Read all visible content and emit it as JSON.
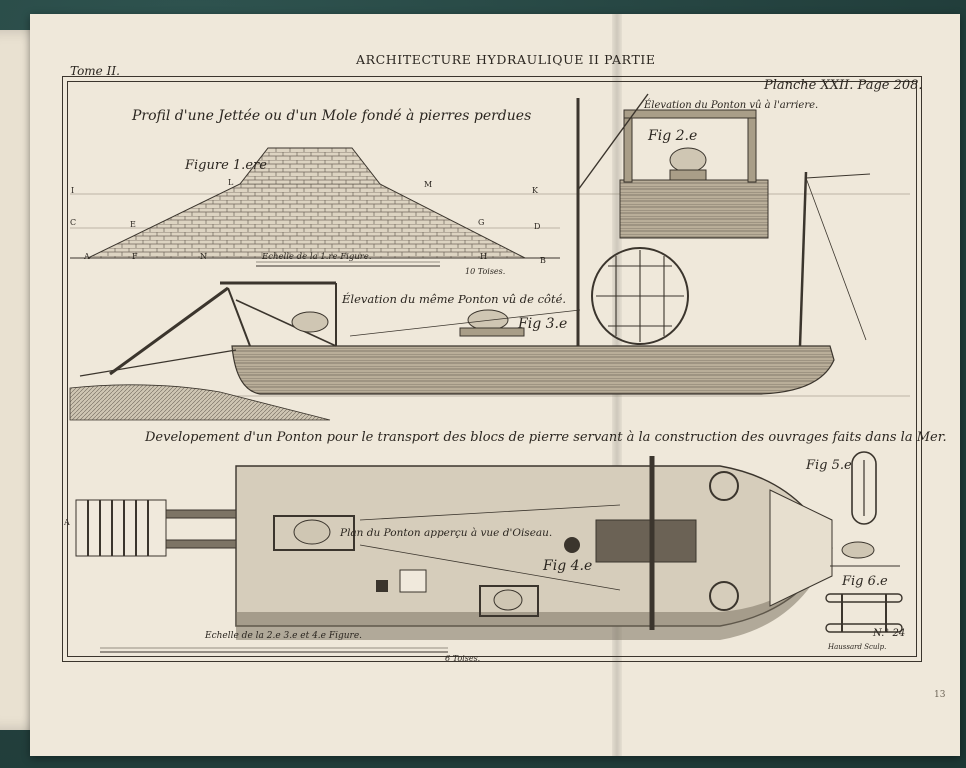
{
  "plate": {
    "header": "ARCHITECTURE HYDRAULIQUE II PARTIE",
    "tome": "Tome II.",
    "planche": "Planche XXII. Page 208.",
    "number": "N.° 24",
    "engraver": "Haussard Sculp.",
    "corner_mark": "13"
  },
  "captions": {
    "jetty_profile": "Profil d'une Jettée ou d'un Mole fondé à pierres perdues",
    "figure1": "Figure 1.ere",
    "elevation_rear": "Élevation du Ponton vû à l'arriere.",
    "fig2": "Fig 2.e",
    "elevation_side": "Élevation du même Ponton vû de côté.",
    "fig3": "Fig 3.e",
    "development": "Developement d'un Ponton pour le transport des blocs de pierre servant à la construction des ouvrages faits dans la Mer.",
    "fig5": "Fig 5.e",
    "plan": "Plan du Ponton apperçu à vue d'Oiseau.",
    "fig4": "Fig 4.e",
    "fig6": "Fig 6.e"
  },
  "scales": {
    "scale1": "Echelle de la 1.re Figure.",
    "toises1": "10 Toises.",
    "scale2": "Echelle de la 2.e 3.e et 4.e Figure.",
    "toises2": "6 Toises."
  },
  "keys": [
    "I",
    "L",
    "M",
    "K",
    "C",
    "E",
    "G",
    "D",
    "A",
    "F",
    "N",
    "H",
    "B",
    "A"
  ]
}
